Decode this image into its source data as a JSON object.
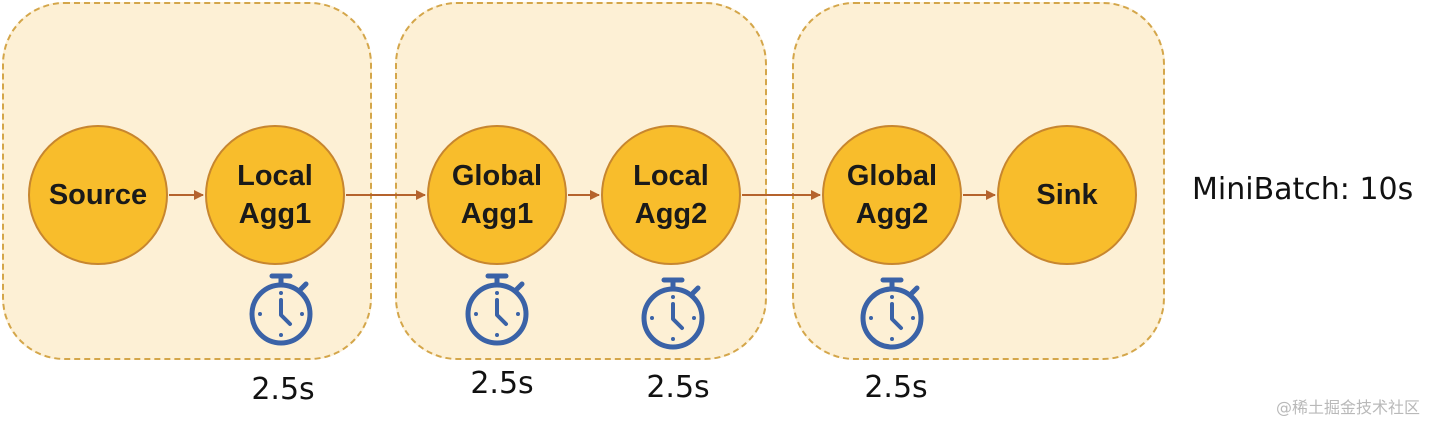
{
  "nodes": {
    "source": "Source",
    "local_agg1": "Local\nAgg1",
    "global_agg1": "Global\nAgg1",
    "local_agg2": "Local\nAgg2",
    "global_agg2": "Global\nAgg2",
    "sink": "Sink"
  },
  "timers": [
    {
      "icon": "stopwatch-icon",
      "label": "2.5s"
    },
    {
      "icon": "stopwatch-icon",
      "label": "2.5s"
    },
    {
      "icon": "stopwatch-icon",
      "label": "2.5s"
    },
    {
      "icon": "stopwatch-icon",
      "label": "2.5s"
    }
  ],
  "minibatch_label": "MiniBatch: 10s",
  "watermark": "@稀土掘金技术社区",
  "colors": {
    "group_fill": "#fdf0d5",
    "group_border": "#d4a64a",
    "node_fill": "#f8bd2c",
    "node_border": "#c7862f",
    "arrow": "#b5632d",
    "timer": "#3a62a7"
  }
}
